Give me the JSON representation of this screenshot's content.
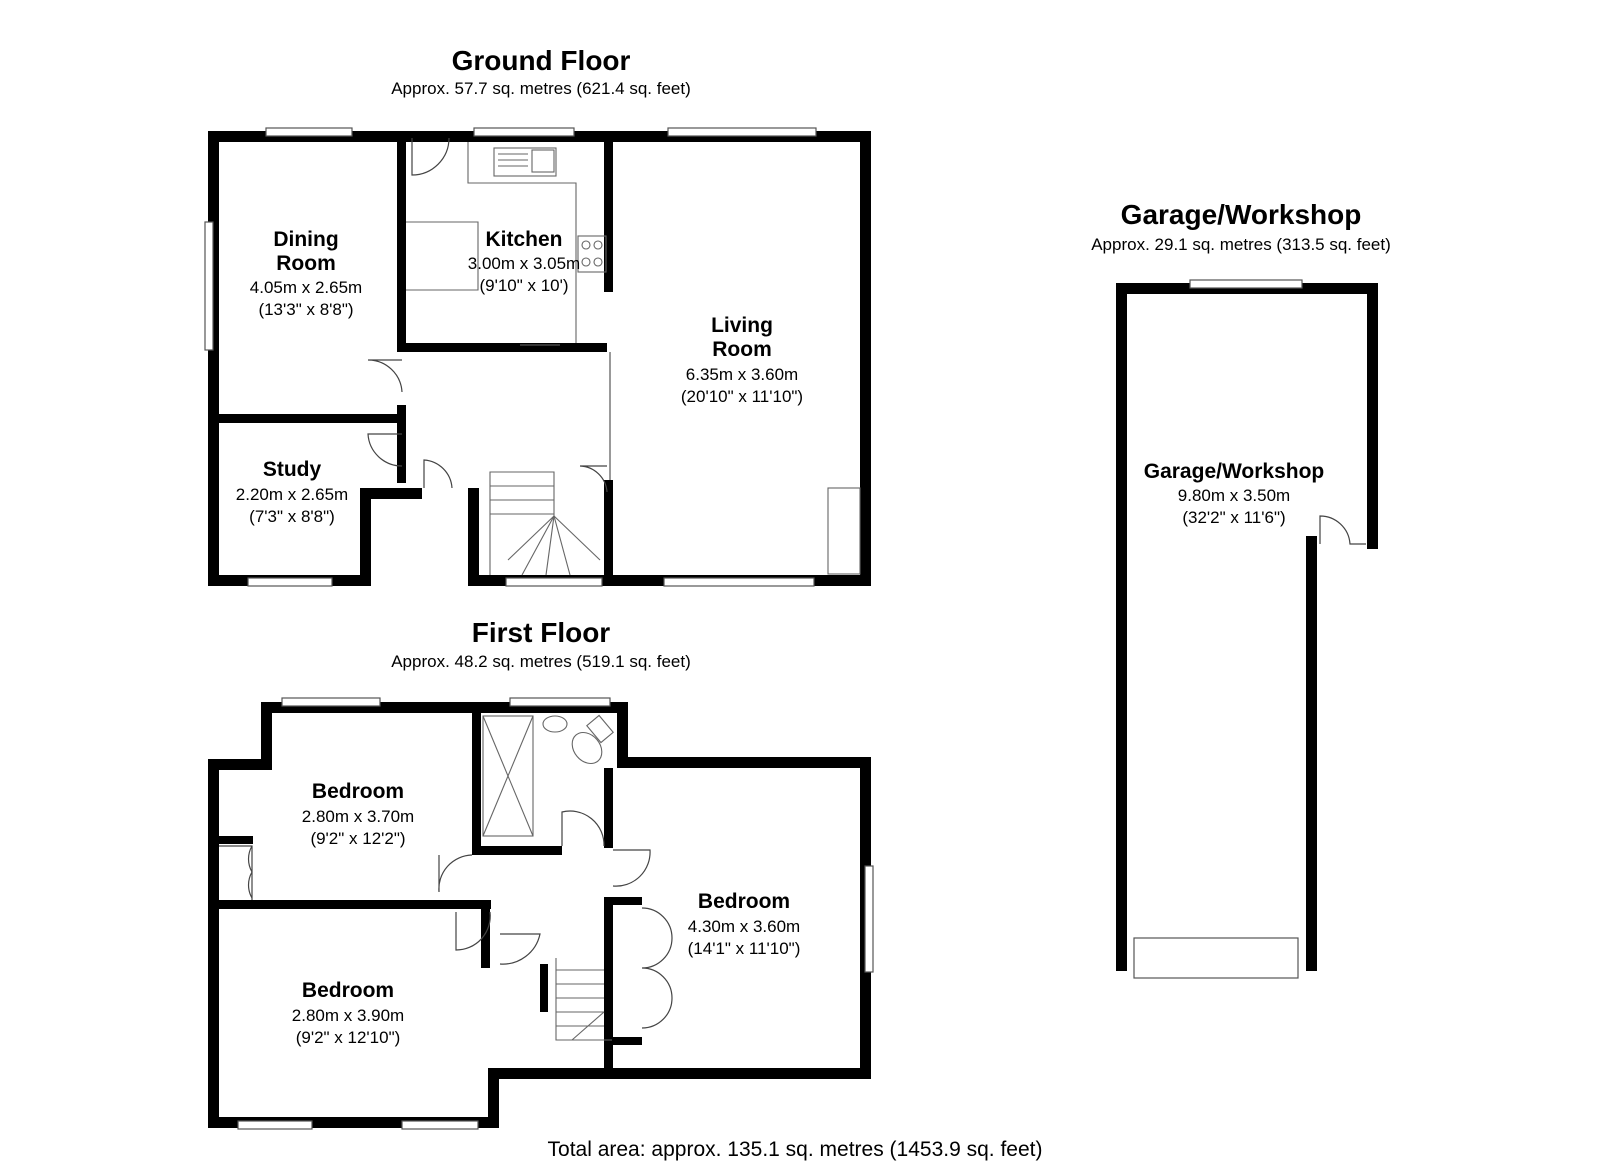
{
  "ground_floor": {
    "title": "Ground Floor",
    "area": "Approx. 57.7 sq. metres (621.4 sq. feet)",
    "rooms": {
      "dining": {
        "name_line1": "Dining",
        "name_line2": "Room",
        "metric": "4.05m x 2.65m",
        "imperial": "(13'3\" x 8'8\")"
      },
      "kitchen": {
        "name": "Kitchen",
        "metric": "3.00m x 3.05m",
        "imperial": "(9'10\" x 10')"
      },
      "living": {
        "name_line1": "Living",
        "name_line2": "Room",
        "metric": "6.35m x 3.60m",
        "imperial": "(20'10\" x 11'10\")"
      },
      "study": {
        "name": "Study",
        "metric": "2.20m x 2.65m",
        "imperial": "(7'3\" x 8'8\")"
      }
    }
  },
  "first_floor": {
    "title": "First Floor",
    "area": "Approx. 48.2 sq. metres (519.1 sq. feet)",
    "rooms": {
      "bedroom1": {
        "name": "Bedroom",
        "metric": "2.80m x 3.70m",
        "imperial": "(9'2\" x 12'2\")"
      },
      "bedroom2": {
        "name": "Bedroom",
        "metric": "4.30m x 3.60m",
        "imperial": "(14'1\" x 11'10\")"
      },
      "bedroom3": {
        "name": "Bedroom",
        "metric": "2.80m x 3.90m",
        "imperial": "(9'2\" x 12'10\")"
      }
    }
  },
  "garage": {
    "title": "Garage/Workshop",
    "area": "Approx. 29.1 sq. metres (313.5 sq. feet)",
    "room": {
      "name": "Garage/Workshop",
      "metric": "9.80m x 3.50m",
      "imperial": "(32'2\" x 11'6\")"
    }
  },
  "total_area": "Total area: approx. 135.1 sq. metres (1453.9 sq. feet)"
}
